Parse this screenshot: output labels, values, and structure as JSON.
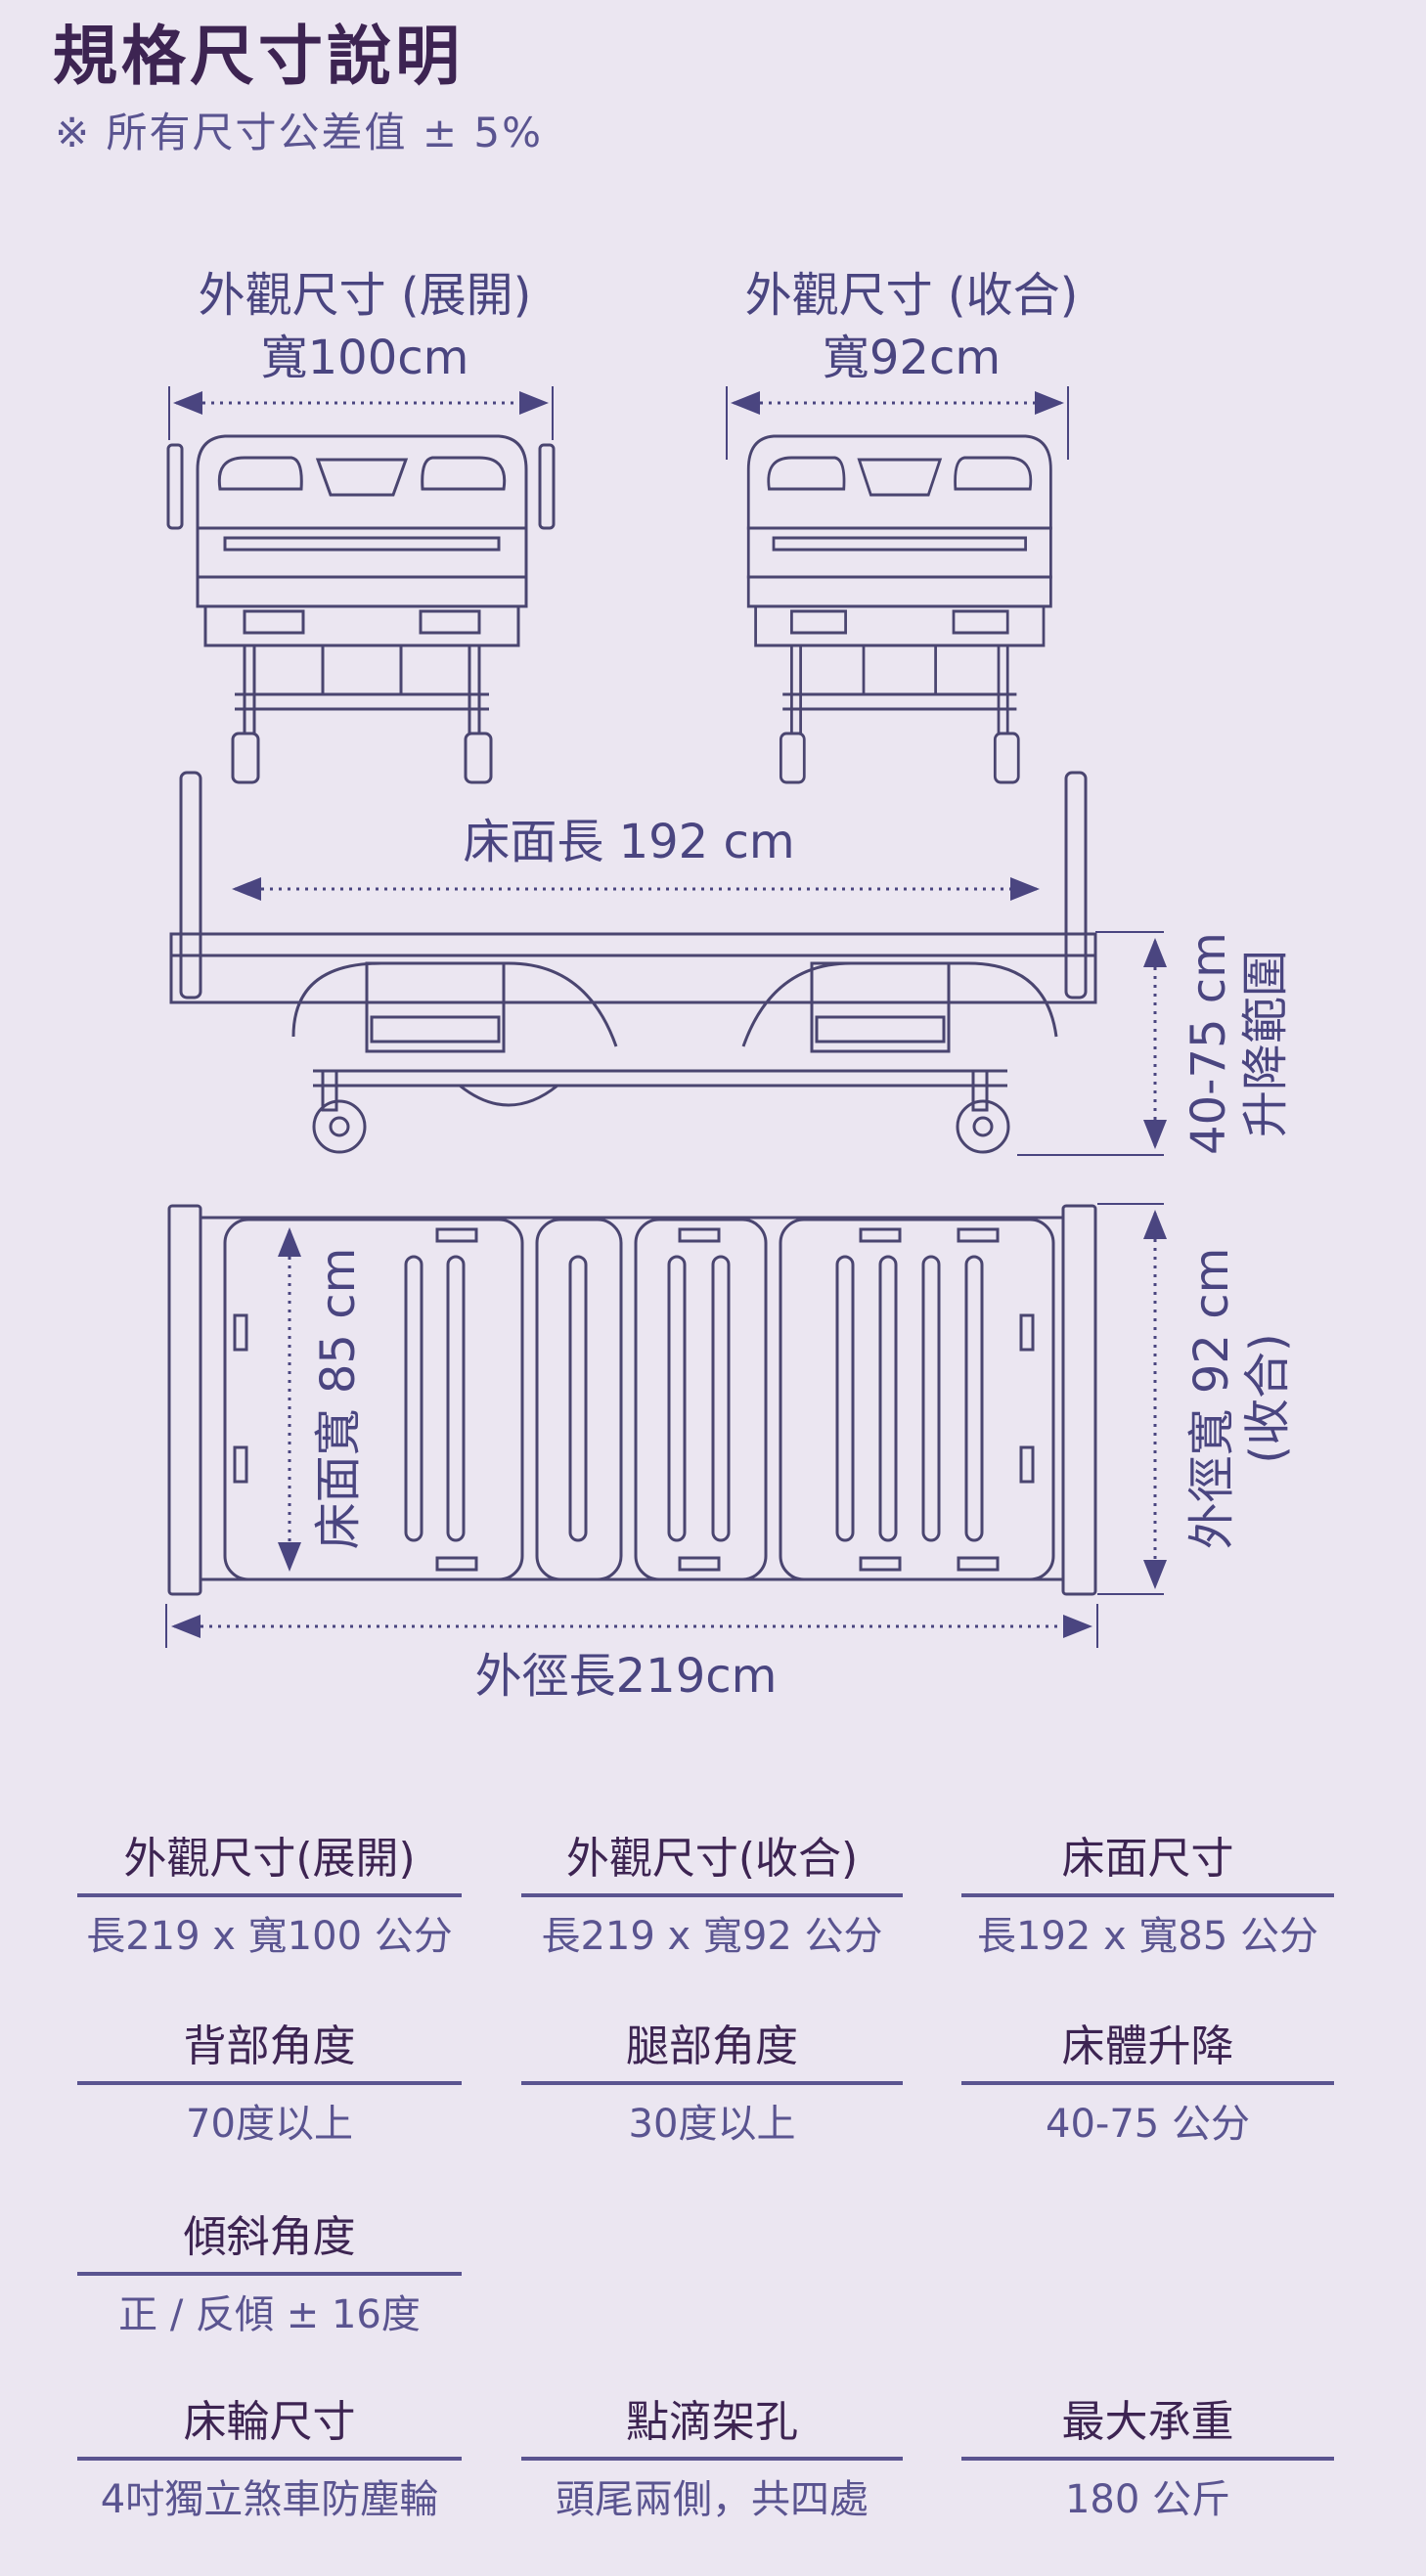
{
  "header": {
    "title": "規格尺寸說明",
    "note": "※  所有尺寸公差值 ± 5%"
  },
  "diagram": {
    "front_expanded": {
      "title": "外觀尺寸 (展開)",
      "width": "寬100cm"
    },
    "front_folded": {
      "title": "外觀尺寸 (收合)",
      "width": "寬92cm"
    },
    "side": {
      "deck_length": "床面長 192  cm",
      "height_value": "40-75 cm",
      "height_label": "升降範圍"
    },
    "top": {
      "deck_width": "床面寬  85 cm",
      "outer_width_value": "外徑寬  92 cm",
      "outer_width_note": "(收合)",
      "outer_length": "外徑長219cm"
    },
    "colors": {
      "line": "#4a4570",
      "arrow": "#4a4580",
      "background": "#ebe6f1"
    }
  },
  "specs": [
    {
      "label": "外觀尺寸(展開)",
      "value": "長219 x 寬100 公分"
    },
    {
      "label": "外觀尺寸(收合)",
      "value": "長219 x 寬92 公分"
    },
    {
      "label": "床面尺寸",
      "value": "長192 x 寬85 公分"
    },
    {
      "label": "背部角度",
      "value": "70度以上"
    },
    {
      "label": "腿部角度",
      "value": "30度以上"
    },
    {
      "label": "床體升降",
      "value": "40-75 公分"
    },
    {
      "label": "傾斜角度",
      "value": "正 / 反傾 ± 16度"
    },
    {
      "label": "床輪尺寸",
      "value": "4吋獨立煞車防塵輪"
    },
    {
      "label": "點滴架孔",
      "value": "頭尾兩側，共四處"
    },
    {
      "label": "最大承重",
      "value": "180 公斤"
    }
  ]
}
